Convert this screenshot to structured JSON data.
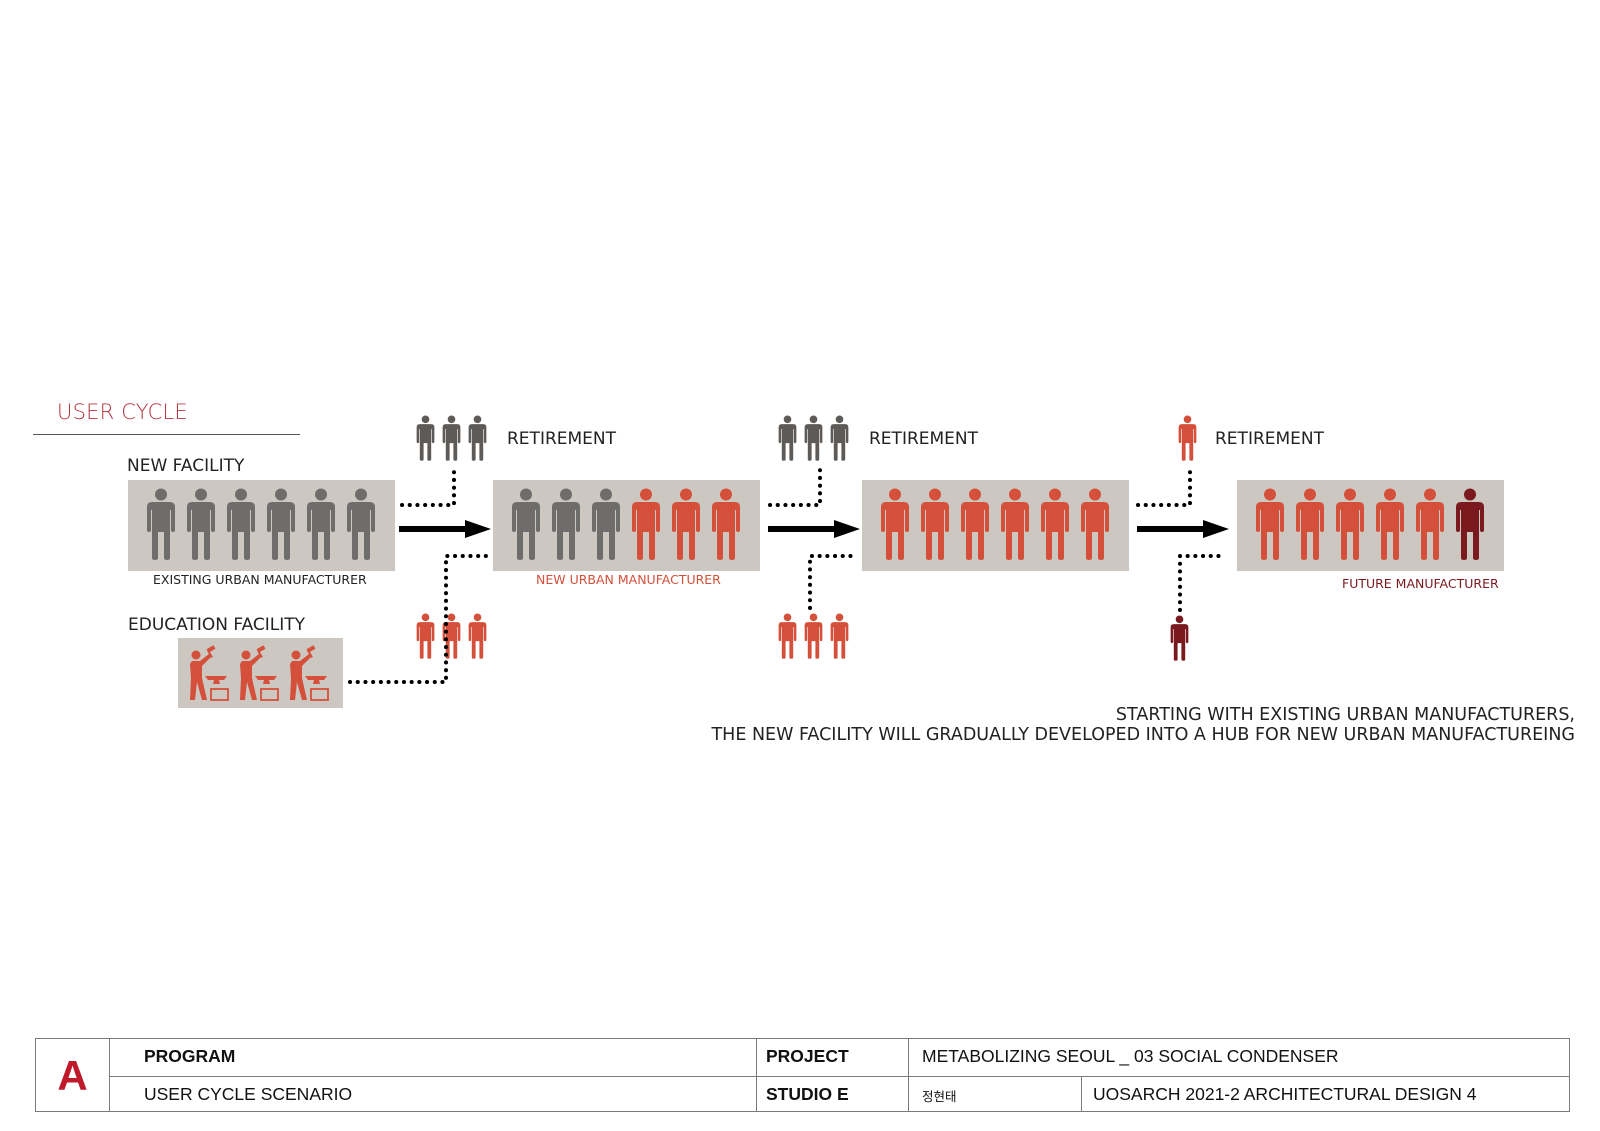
{
  "section_title": "USER CYCLE",
  "labels": {
    "new_facility": "NEW FACILITY",
    "education_facility": "EDUCATION FACILITY",
    "existing_urban_manufacturer": "EXISTING URBAN MANUFACTURER",
    "new_urban_manufacturer": "NEW URBAN MANUFACTURER",
    "future_manufacturer": "FUTURE MANUFACTURER",
    "retirement_1": "RETIREMENT",
    "retirement_2": "RETIREMENT",
    "retirement_3": "RETIREMENT"
  },
  "stages": [
    {
      "figures": [
        "gray",
        "gray",
        "gray",
        "gray",
        "gray",
        "gray"
      ]
    },
    {
      "figures": [
        "gray",
        "gray",
        "gray",
        "orange",
        "orange",
        "orange"
      ]
    },
    {
      "figures": [
        "orange",
        "orange",
        "orange",
        "orange",
        "orange",
        "orange"
      ]
    },
    {
      "figures": [
        "orange",
        "orange",
        "orange",
        "orange",
        "orange",
        "darkred"
      ]
    }
  ],
  "retirees": [
    {
      "figures": [
        "gray",
        "gray",
        "gray"
      ]
    },
    {
      "figures": [
        "gray",
        "gray",
        "gray"
      ]
    },
    {
      "figures": [
        "orange"
      ]
    }
  ],
  "entrants": [
    {
      "figures": [
        "orange",
        "orange",
        "orange"
      ]
    },
    {
      "figures": [
        "orange",
        "orange",
        "orange"
      ]
    },
    {
      "figures": [
        "darkred"
      ]
    }
  ],
  "education_workers": 3,
  "description": {
    "line1": "STARTING WITH EXISTING URBAN MANUFACTURERS,",
    "line2": "THE NEW FACILITY WILL GRADUALLY DEVELOPED INTO A HUB FOR NEW URBAN MANUFACTUREING"
  },
  "title_block": {
    "logo": "A",
    "program_label": "PROGRAM",
    "program_value": "USER CYCLE SCENARIO",
    "project_label": "PROJECT",
    "project_value": "METABOLIZING SEOUL _ 03 SOCIAL CONDENSER",
    "studio_label": "STUDIO E",
    "studio_name": "정현태",
    "course": "UOSARCH 2021-2 ARCHITECTURAL DESIGN 4"
  },
  "colors": {
    "gray": "#6f6d6b",
    "retiree_gray": "#5e5a57",
    "orange": "#d5503a",
    "darkred": "#7a1a1f",
    "panel": "#cdc7c2",
    "accent": "#b4343f"
  },
  "icons": {
    "person": "person-icon",
    "worker": "blacksmith-icon",
    "arrow": "arrow-right-icon"
  }
}
